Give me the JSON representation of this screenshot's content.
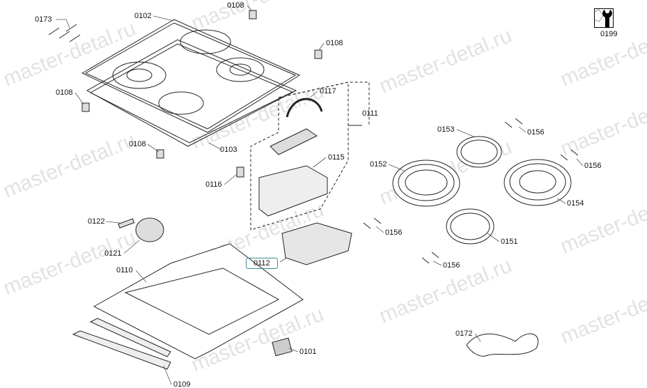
{
  "watermark": "master-detal.ru",
  "labels": [
    "0173",
    "0102",
    "0108",
    "0108",
    "0108",
    "0108",
    "0117",
    "0111",
    "0103",
    "0115",
    "0116",
    "0122",
    "0121",
    "0110",
    "0112",
    "0101",
    "0109",
    "0172",
    "0153",
    "0156",
    "0156",
    "0152",
    "0154",
    "0151",
    "0156",
    "0156",
    "0199"
  ],
  "highlighted_part": "0112",
  "icons": {
    "service": "wrench-nut-icon"
  }
}
